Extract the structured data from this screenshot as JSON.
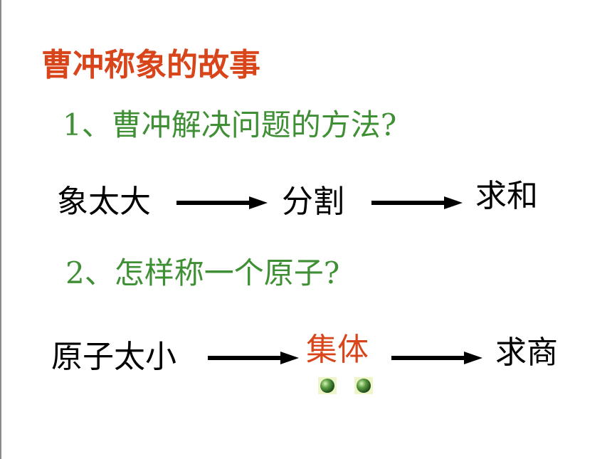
{
  "slide": {
    "title": "曹冲称象的故事",
    "question1": "1、曹冲解决问题的方法?",
    "flow1": [
      "象太大",
      "分割",
      "求和"
    ],
    "question2": "2、怎样称一个原子?",
    "flow2": [
      "原子太小",
      "集体",
      "求商"
    ]
  },
  "colors": {
    "title": "#d9451a",
    "question": "#3f8f34",
    "highlight": "#d9451a",
    "text": "#000000"
  },
  "icons": {
    "arrow": "right-arrow-icon",
    "atom": "atom-sphere-icon"
  }
}
